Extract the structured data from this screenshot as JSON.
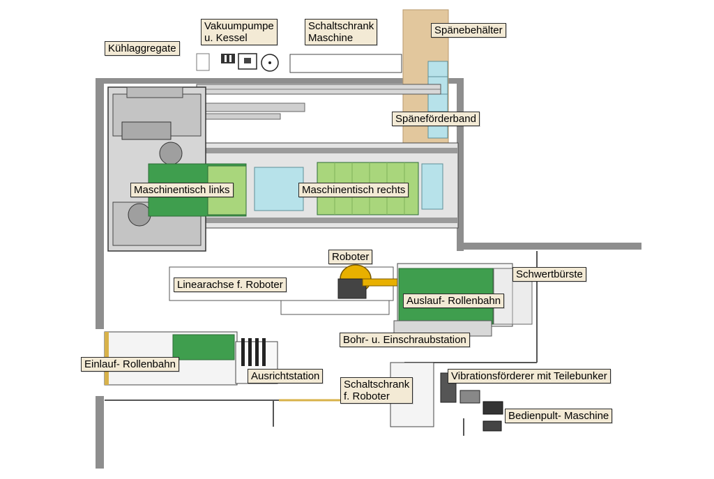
{
  "colors": {
    "wall": "#8a8a8a",
    "table_green": "#3f9e4e",
    "light_green": "#a9d67c",
    "light_blue": "#b7e2ea",
    "chip_bin": "#e2c79d",
    "robot": "#e8b000",
    "label_bg": "#f3ead5"
  },
  "labels": {
    "kuehlaggregate": "Kühlaggregate",
    "vakuumpumpe": "Vakuumpumpe\nu. Kessel",
    "schaltschrank_maschine": "Schaltschrank\nMaschine",
    "spaenebehaelter": "Spänebehälter",
    "spaenefoerderband": "Späneförderband",
    "maschinentisch_links": "Maschinentisch links",
    "maschinentisch_rechts": "Maschinentisch rechts",
    "roboter": "Roboter",
    "linearachse": "Linearachse f. Roboter",
    "schwertbuerste": "Schwertbürste",
    "auslauf_rollenbahn": "Auslauf- Rollenbahn",
    "bohr_einschraubstation": "Bohr- u. Einschraubstation",
    "einlauf_rollenbahn": "Einlauf- Rollenbahn",
    "ausrichtstation": "Ausrichtstation",
    "schaltschrank_roboter": "Schaltschrank\nf. Roboter",
    "vibrationsfoerderer": "Vibrationsförderer mit Teilebunker",
    "bedienpult": "Bedienpult- Maschine"
  }
}
